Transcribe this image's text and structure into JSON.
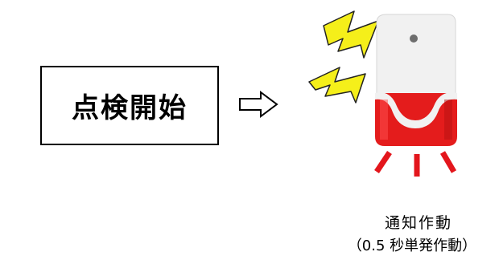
{
  "start": {
    "label": "点検開始"
  },
  "notification": {
    "title": "通知作動",
    "detail": "（0.5 秒単発作動）"
  },
  "colors": {
    "lightning": "#f5ef1a",
    "siren_red": "#e41c1c",
    "siren_body": "#f1f1f1",
    "accent_lines": "#e3161c"
  }
}
